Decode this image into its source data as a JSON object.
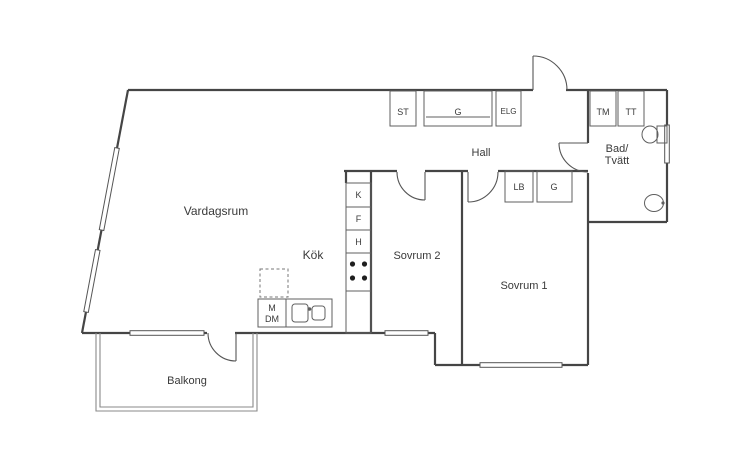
{
  "plan": {
    "rooms": {
      "vardagsrum": "Vardagsrum",
      "kok": "Kök",
      "sovrum1": "Sovrum 1",
      "sovrum2": "Sovrum 2",
      "hall": "Hall",
      "bad_tvatt_line1": "Bad/",
      "bad_tvatt_line2": "Tvätt",
      "balkong": "Balkong"
    },
    "storage": {
      "st": "ST",
      "g_hall": "G",
      "elg": "ELG",
      "lb": "LB",
      "g_sovrum1": "G"
    },
    "appliances": {
      "tm": "TM",
      "tt": "TT",
      "kyl": "K",
      "frys": "F",
      "hogskap": "H",
      "m": "M",
      "dm": "DM"
    },
    "colors": {
      "wall": "#454545",
      "fixture": "#5f5f5f",
      "text": "#3a3a3a",
      "background": "#ffffff"
    }
  }
}
